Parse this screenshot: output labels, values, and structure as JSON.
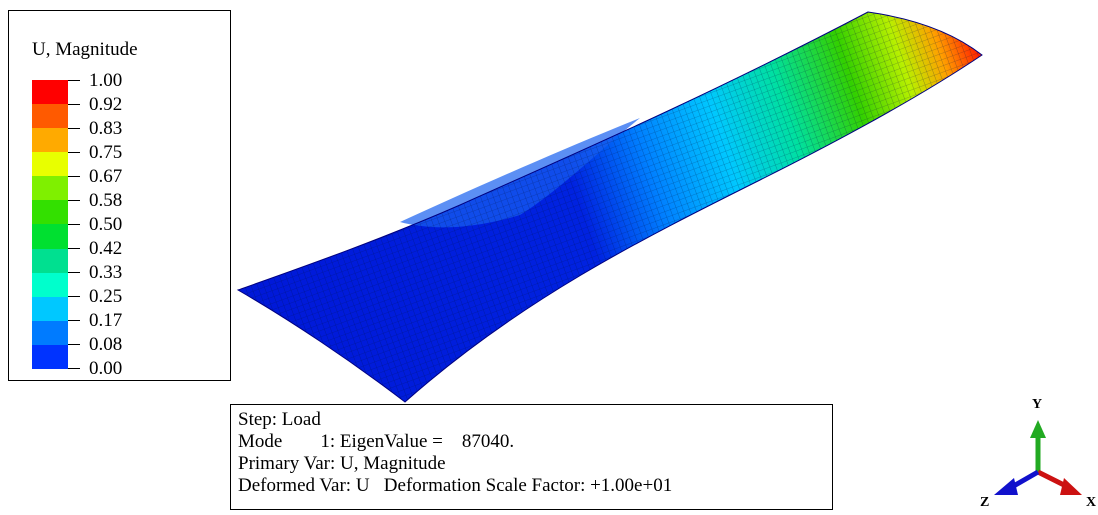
{
  "legend": {
    "title": "U, Magnitude",
    "ticks": [
      {
        "label": "1.00",
        "color": "#ff0000"
      },
      {
        "label": "0.92",
        "color": "#ff5a00"
      },
      {
        "label": "0.83",
        "color": "#ffaa00"
      },
      {
        "label": "0.75",
        "color": "#e8ff00"
      },
      {
        "label": "0.67",
        "color": "#7ff000"
      },
      {
        "label": "0.58",
        "color": "#33e000"
      },
      {
        "label": "0.50",
        "color": "#00e030"
      },
      {
        "label": "0.42",
        "color": "#00e090"
      },
      {
        "label": "0.33",
        "color": "#00ffcc"
      },
      {
        "label": "0.25",
        "color": "#00c8ff"
      },
      {
        "label": "0.17",
        "color": "#007bff"
      },
      {
        "label": "0.08",
        "color": "#0033ff"
      },
      {
        "label": "0.00",
        "color": "#0000ee"
      }
    ]
  },
  "info": {
    "step": "Step: Load",
    "mode": "Mode        1: EigenValue =    87040.",
    "primary_var": "Primary Var: U, Magnitude",
    "deformed_var": "Deformed Var: U   Deformation Scale Factor: +1.00e+01"
  },
  "triad": {
    "y_label": "Y",
    "z_label": "Z",
    "x_label": "X",
    "y_color": "#22aa22",
    "x_color": "#cc1111",
    "z_color": "#1111cc"
  }
}
